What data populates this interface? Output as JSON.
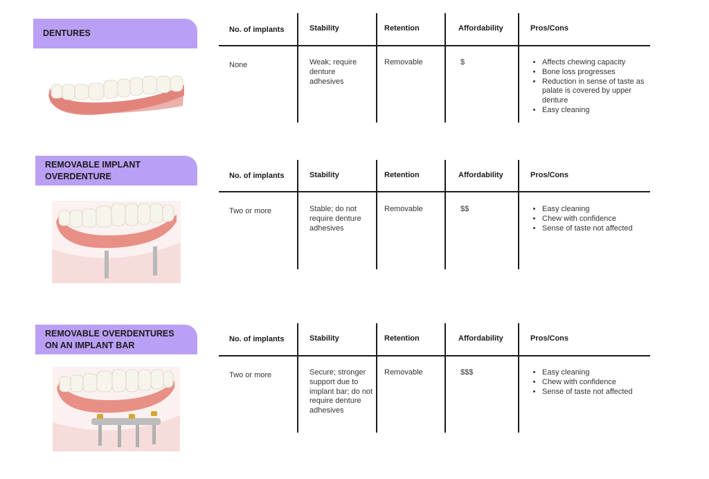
{
  "headers": {
    "implants": "No. of implants",
    "stability": "Stability",
    "retention": "Retention",
    "affordability": "Affordability",
    "pros_cons": "Pros/Cons"
  },
  "rows": [
    {
      "title_line1": "DENTURES",
      "title_line2": "",
      "implants": "None",
      "stability": "Weak; require denture adhesives",
      "retention": "Removable",
      "affordability": "$",
      "pros_cons": [
        "Affects chewing capacity",
        "Bone loss progresses",
        "Reduction in sense of taste as palate is covered by upper denture",
        "Easy cleaning"
      ]
    },
    {
      "title_line1": "REMOVABLE IMPLANT",
      "title_line2": "OVERDENTURE",
      "implants": "Two or more",
      "stability": "Stable; do not require denture adhesives",
      "retention": "Removable",
      "affordability": "$$",
      "pros_cons": [
        "Easy cleaning",
        "Chew with confidence",
        "Sense of taste not affected"
      ]
    },
    {
      "title_line1": "REMOVABLE OVERDENTURES",
      "title_line2": "ON AN IMPLANT BAR",
      "implants": "Two or more",
      "stability": "Secure; stronger support due to implant bar; do not require denture adhesives",
      "retention": "Removable",
      "affordability": "$$$",
      "pros_cons": [
        "Easy cleaning",
        "Chew with confidence",
        "Sense of taste not affected"
      ]
    }
  ],
  "colors": {
    "label_bg": "#b9a0f4",
    "gum": "#e88f86",
    "tooth": "#f7f4ec"
  }
}
